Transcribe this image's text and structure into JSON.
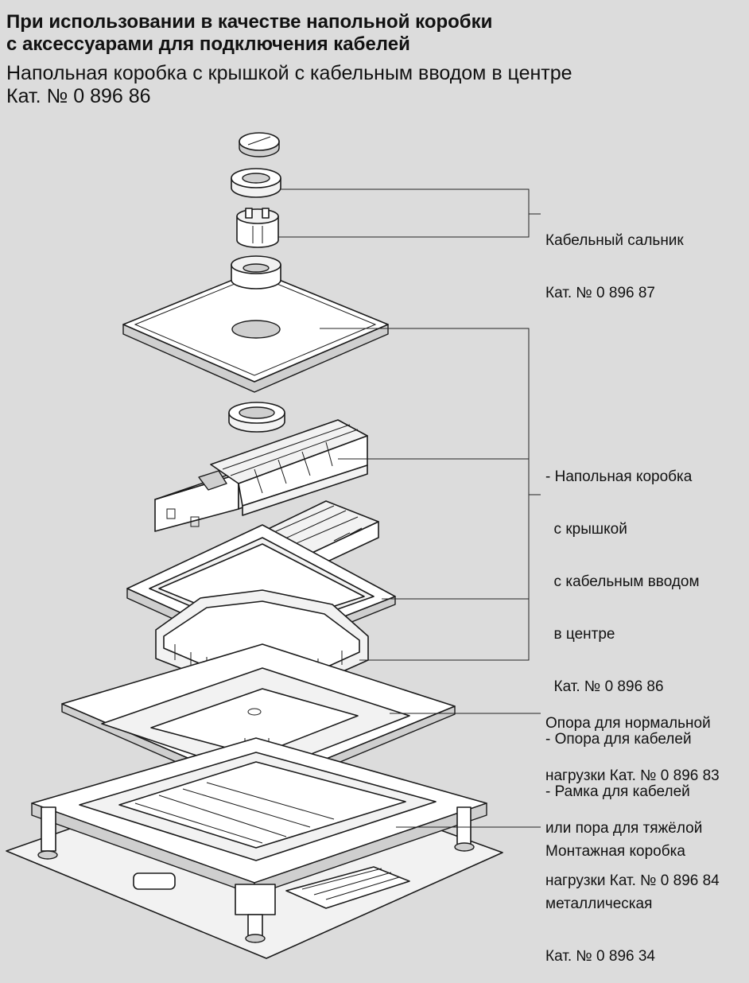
{
  "header": {
    "title_line1": "При использовании в качестве напольной коробки",
    "title_line2": "с аксессуарами для подключения кабелей",
    "subtitle_line1": "Напольная коробка с крышкой с кабельным вводом в центре",
    "subtitle_line2": "Кат. № 0 896 86"
  },
  "callouts": {
    "cable_gland": {
      "line1": "Кабельный сальник",
      "line2": "Кат. № 0 896 87"
    },
    "floor_box_set": {
      "line1": "- Напольная коробка",
      "line2": "  с крышкой",
      "line3": "  с кабельным вводом",
      "line4": "  в центре",
      "line5": "  Кат. № 0 896 86",
      "line6": "- Опора для кабелей",
      "line7": "- Рамка для кабелей"
    },
    "support": {
      "line1": "Опора для нормальной",
      "line2": "нагрузки Кат. № 0 896 83",
      "line3": "или пора для тяжёлой",
      "line4": "нагрузки Кат. № 0 896 84"
    },
    "mounting_box": {
      "line1": "Монтажная коробка",
      "line2": "металлическая",
      "line3": "Кат. № 0 896 34"
    }
  }
}
